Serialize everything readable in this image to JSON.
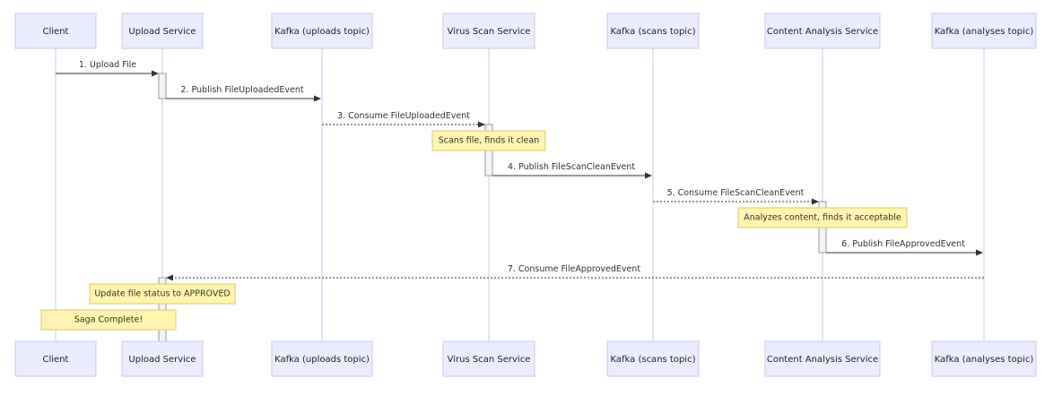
{
  "participants": [
    {
      "id": "client",
      "label": "Client"
    },
    {
      "id": "upload",
      "label": "Upload Service"
    },
    {
      "id": "kup",
      "label": "Kafka (uploads topic)"
    },
    {
      "id": "virus",
      "label": "Virus Scan Service"
    },
    {
      "id": "kscan",
      "label": "Kafka (scans topic)"
    },
    {
      "id": "content",
      "label": "Content Analysis Service"
    },
    {
      "id": "kana",
      "label": "Kafka (analyses topic)"
    }
  ],
  "messages": [
    {
      "from": "client",
      "to": "upload",
      "label": "1. Upload File",
      "style": "solid"
    },
    {
      "from": "upload",
      "to": "kup",
      "label": "2. Publish FileUploadedEvent",
      "style": "solid"
    },
    {
      "from": "kup",
      "to": "virus",
      "label": "3. Consume FileUploadedEvent",
      "style": "dotted"
    },
    {
      "from": "virus",
      "to": "kscan",
      "label": "4. Publish FileScanCleanEvent",
      "style": "solid"
    },
    {
      "from": "kscan",
      "to": "content",
      "label": "5. Consume FileScanCleanEvent",
      "style": "dotted"
    },
    {
      "from": "content",
      "to": "kana",
      "label": "6. Publish FileApprovedEvent",
      "style": "solid"
    },
    {
      "from": "kana",
      "to": "upload",
      "label": "7. Consume FileApprovedEvent",
      "style": "dotted"
    }
  ],
  "notes": [
    {
      "over": "virus",
      "text": "Scans file, finds it clean"
    },
    {
      "over": "content",
      "text": "Analyzes content, finds it acceptable"
    },
    {
      "over": "upload",
      "text": "Update file status to APPROVED"
    },
    {
      "over": [
        "client",
        "upload"
      ],
      "text": "Saga Complete!"
    }
  ]
}
